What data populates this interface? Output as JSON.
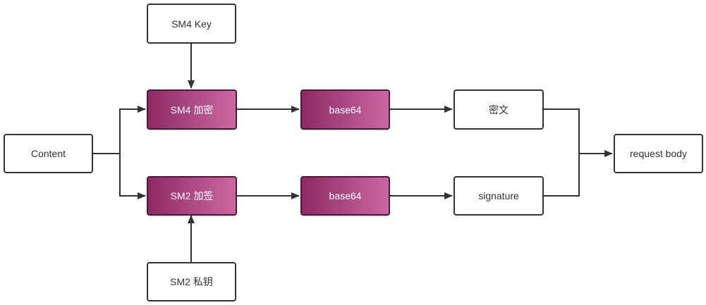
{
  "nodes": {
    "content": "Content",
    "sm4_key": "SM4 Key",
    "sm4_encrypt": "SM4 加密",
    "base64_top": "base64",
    "ciphertext": "密文",
    "sm2_sign": "SM2 加签",
    "base64_bottom": "base64",
    "signature": "signature",
    "sm2_private_key": "SM2 私钥",
    "request_body": "request body"
  },
  "colors": {
    "process_gradient_start": "#8d2a64",
    "process_gradient_end": "#cc67a4",
    "line": "#333333"
  }
}
